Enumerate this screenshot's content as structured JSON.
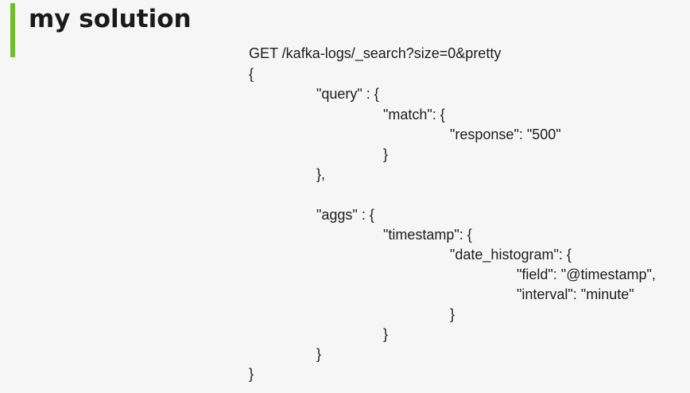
{
  "slide": {
    "title": "my solution"
  },
  "accent_color": "#6fbe2c",
  "code": {
    "lines": [
      "GET /kafka-logs/_search?size=0&pretty",
      "{",
      "\"query\" : {",
      "\"match\": {",
      "\"response\": \"500\"",
      "}",
      "},",
      "\"aggs\" : {",
      "\"timestamp\": {",
      "\"date_histogram\": {",
      "\"field\": \"@timestamp\",",
      "\"interval\": \"minute\"",
      "}",
      "}",
      "}",
      "}"
    ]
  }
}
